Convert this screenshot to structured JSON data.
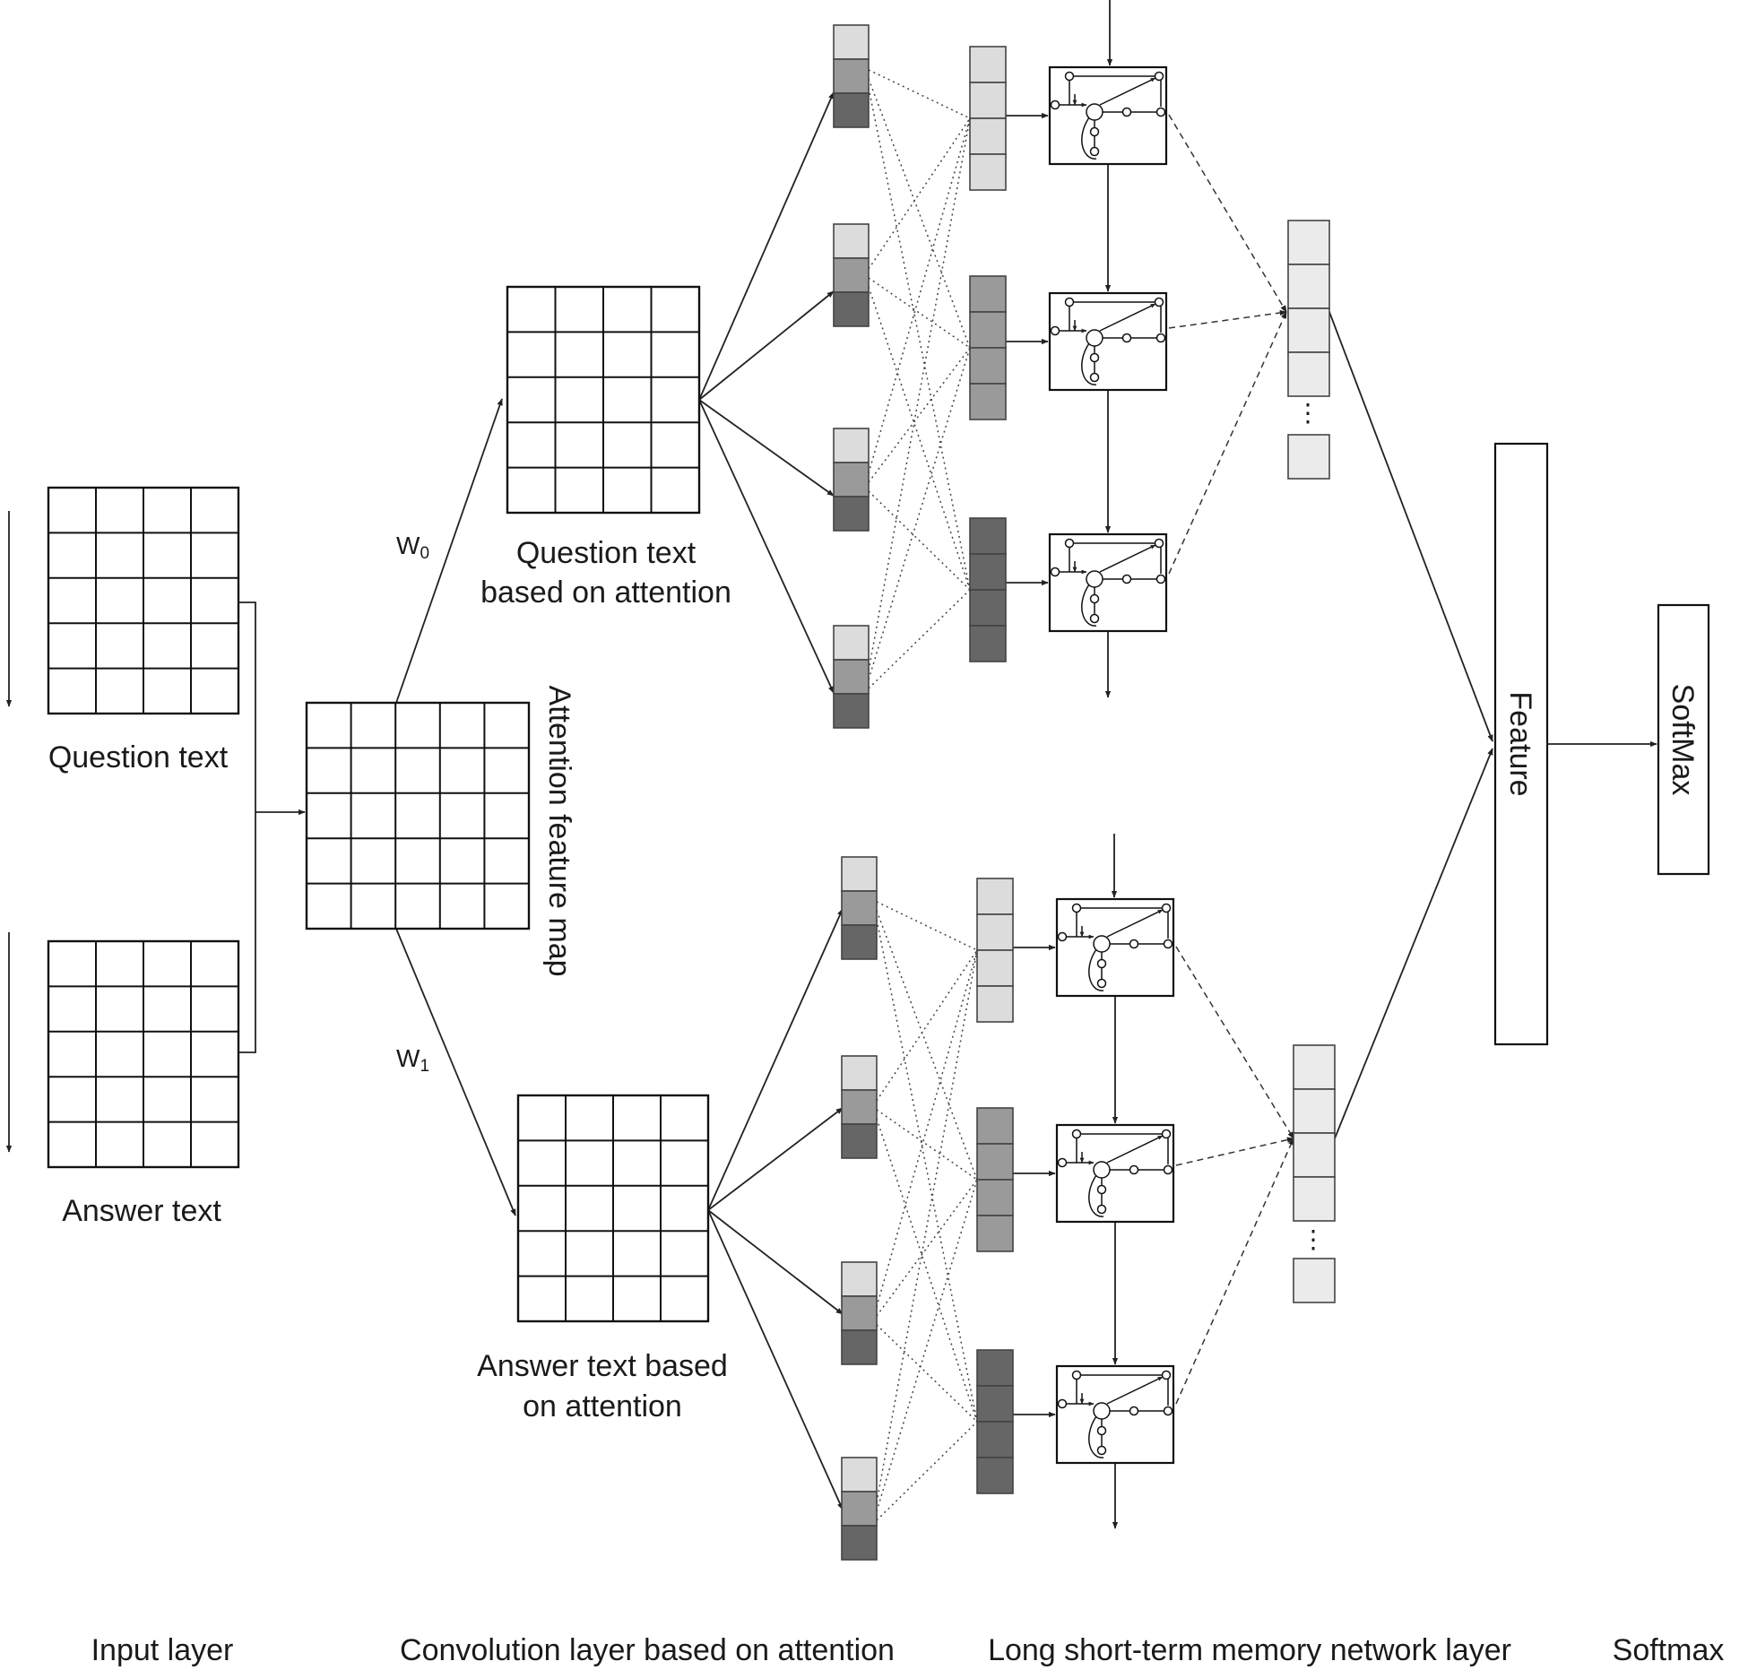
{
  "input_section": {
    "question_label": "Question text",
    "answer_label": "Answer text"
  },
  "attention": {
    "map_label": "Attention feature map",
    "w0_main": "W",
    "w0_sub": "0",
    "w1_main": "W",
    "w1_sub": "1"
  },
  "conv": {
    "question_line1": "Question text",
    "question_line2": "based on attention",
    "answer_line1": "Answer text based",
    "answer_line2": "on attention"
  },
  "lstm": {
    "ellipsis": "⋮"
  },
  "output": {
    "feature_label": "Feature",
    "softmax_label": "SoftMax"
  },
  "layers": {
    "input": "Input layer",
    "convolution": "Convolution layer based on attention",
    "lstm": "Long short-term memory network layer",
    "softmax": "Softmax"
  },
  "colors": {
    "light": "#dcdcdc",
    "medium": "#9a9a9a",
    "dark": "#666666",
    "pale": "#ebebeb"
  }
}
